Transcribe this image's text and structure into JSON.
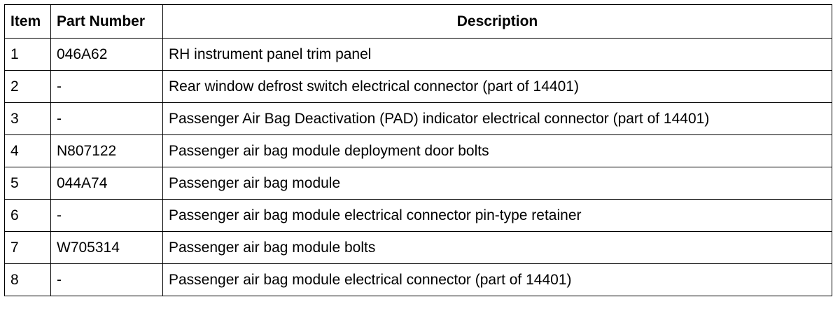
{
  "table": {
    "headers": {
      "item": "Item",
      "part_number": "Part Number",
      "description": "Description"
    },
    "rows": [
      {
        "item": "1",
        "part_number": "046A62",
        "description": "RH instrument panel trim panel"
      },
      {
        "item": "2",
        "part_number": "-",
        "description": "Rear window defrost switch electrical connector (part of 14401)"
      },
      {
        "item": "3",
        "part_number": "-",
        "description": "Passenger Air Bag Deactivation (PAD) indicator electrical connector (part of 14401)"
      },
      {
        "item": "4",
        "part_number": "N807122",
        "description": "Passenger air bag module deployment door bolts"
      },
      {
        "item": "5",
        "part_number": "044A74",
        "description": "Passenger air bag module"
      },
      {
        "item": "6",
        "part_number": "-",
        "description": "Passenger air bag module electrical connector pin-type retainer"
      },
      {
        "item": "7",
        "part_number": "W705314",
        "description": "Passenger air bag module bolts"
      },
      {
        "item": "8",
        "part_number": "-",
        "description": "Passenger air bag module electrical connector (part of 14401)"
      }
    ]
  }
}
